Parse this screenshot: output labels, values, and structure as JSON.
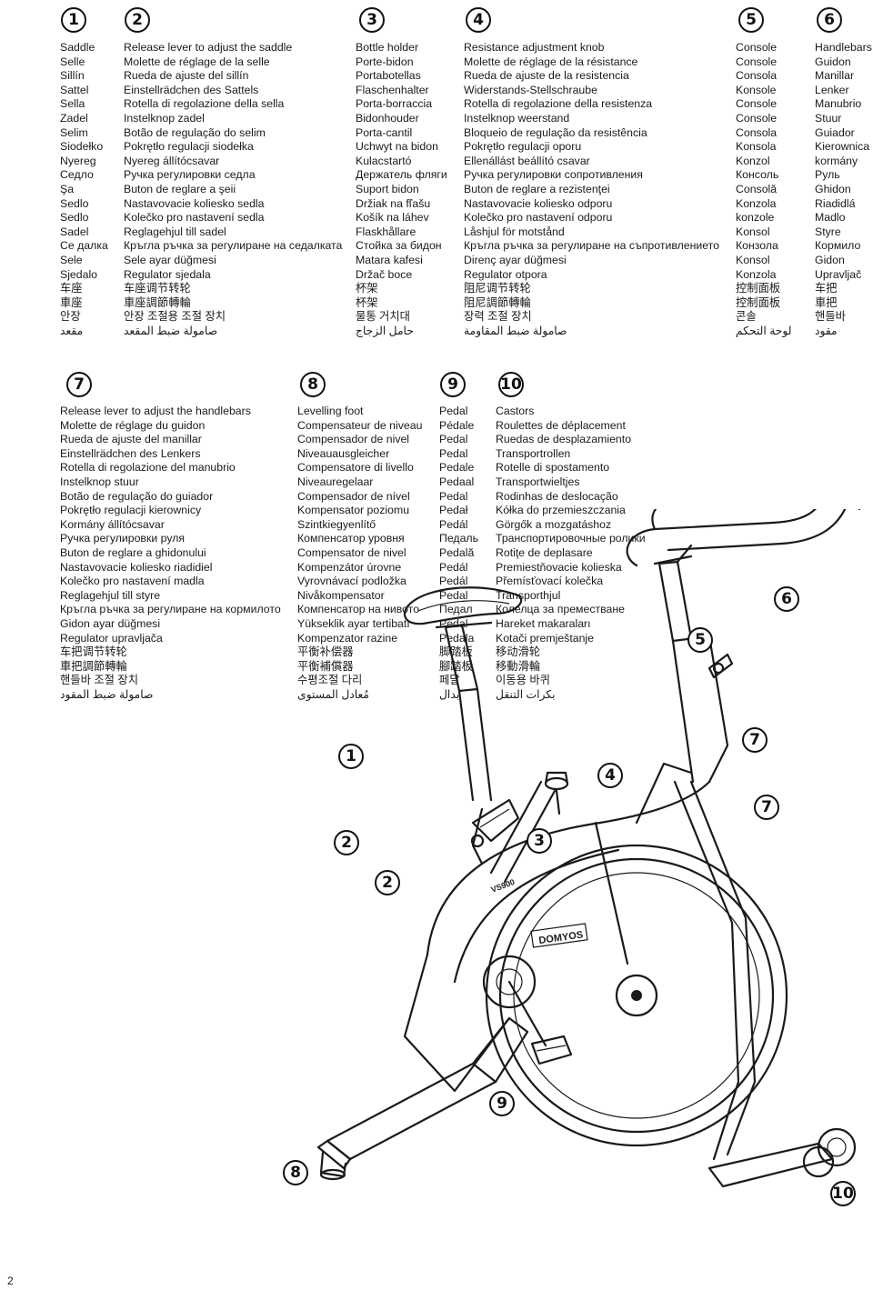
{
  "page_number": "2",
  "numbers": {
    "n1": "1",
    "n2": "2",
    "n3": "3",
    "n4": "4",
    "n5": "5",
    "n6": "6",
    "n7": "7",
    "n8": "8",
    "n9": "9",
    "n10": "10"
  },
  "labels": {
    "languages": [
      "Saddle",
      "Selle",
      "Sillín",
      "Sattel",
      "Sella",
      "Zadel",
      "Selim",
      "Siodełko",
      "Nyereg",
      "Седло",
      "Şa",
      "Sedlo",
      "Sedlo",
      "Sadel",
      "Се далка",
      "Sele",
      "Sjedalo",
      "车座",
      "車座",
      "안장",
      "مقعد"
    ],
    "saddle_lever": [
      "Release lever to adjust the saddle",
      "Molette de réglage de la selle",
      "Rueda de ajuste del sillín",
      "Einstellrädchen des Sattels",
      "Rotella di regolazione della sella",
      "Instelknop zadel",
      "Botão de regulação do selim",
      "Pokrętło regulacji siodełka",
      "Nyereg állítócsavar",
      "Ручка регулировки седла",
      "Buton de reglare a şeii",
      "Nastavovacie koliesko sedla",
      "Kolečko pro nastavení sedla",
      "Reglagehjul till sadel",
      "Кръгла ръчка за регулиране на седалката",
      "Sele ayar düğmesi",
      "Regulator sjedala",
      "车座调节转轮",
      "車座調節轉輪",
      "안장 조절용 조절 장치",
      "صامولة ضبط المقعد"
    ],
    "bottle_holder": [
      "Bottle holder",
      "Porte-bidon",
      "Portabotellas",
      "Flaschenhalter",
      "Porta-borraccia",
      "Bidonhouder",
      "Porta-cantil",
      "Uchwyt na bidon",
      "Kulacstartó",
      "Держатель фляги",
      "Suport bidon",
      "Držiak na fľašu",
      "Košík na láhev",
      "Flaskhållare",
      "Стойка за бидон",
      "Matara kafesi",
      "Držač boce",
      "杯架",
      "杯架",
      "물통 거치대",
      "حامل الزجاج"
    ],
    "resistance_knob": [
      "Resistance adjustment knob",
      "Molette de réglage de la résistance",
      "Rueda de ajuste de la resistencia",
      "Widerstands-Stellschraube",
      "Rotella di regolazione della resistenza",
      "Instelknop weerstand",
      "Bloqueio de regulação da resistência",
      "Pokrętło regulacji oporu",
      "Ellenállást beállító csavar",
      "Ручка регулировки сопротивления",
      "Buton de reglare a rezistenţei",
      "Nastavovacie koliesko odporu",
      "Kolečko pro nastavení odporu",
      "Låshjul för motstånd",
      "Кръгла ръчка за регулиране на съпротивлението",
      "Direnç ayar düğmesi",
      "Regulator otpora",
      "阻尼调节转轮",
      "阻尼調節轉輪",
      "장력 조절 장치",
      "صامولة ضبط المقاومة"
    ],
    "console": [
      "Console",
      "Console",
      "Consola",
      "Konsole",
      "Console",
      "Console",
      "Consola",
      "Konsola",
      "Konzol",
      "Консоль",
      "Consolă",
      "Konzola",
      "konzole",
      "Konsol",
      "Конзола",
      "Konsol",
      "Konzola",
      "控制面板",
      "控制面板",
      "콘솔",
      "لوحة التحكم"
    ],
    "handlebars": [
      "Handlebars",
      "Guidon",
      "Manillar",
      "Lenker",
      "Manubrio",
      "Stuur",
      "Guiador",
      "Kierownica",
      "kormány",
      "Руль",
      "Ghidon",
      "Riadidlá",
      "Madlo",
      "Styre",
      "Кормило",
      "Gidon",
      "Upravljač",
      "车把",
      "車把",
      "핸들바",
      "مقود"
    ],
    "handlebar_lever": [
      "Release lever to adjust the handlebars",
      "Molette de réglage du guidon",
      "Rueda de ajuste del manillar",
      "Einstellrädchen des Lenkers",
      "Rotella di regolazione del manubrio",
      "Instelknop stuur",
      "Botão de regulação do guiador",
      "Pokrętło regulacji kierownicy",
      "Kormány állítócsavar",
      "Ручка регулировки руля",
      "Buton de reglare a ghidonului",
      "Nastavovacie koliesko riadidiel",
      "Kolečko pro nastavení madla",
      "Reglagehjul till styre",
      "Кръгла ръчка за регулиране на кормилото",
      "Gidon ayar düğmesi",
      "Regulator upravljača",
      "车把调节转轮",
      "車把調節轉輪",
      "핸들바 조절 장치",
      "صامولة ضبط المقود"
    ],
    "levelling_foot": [
      "Levelling foot",
      "Compensateur de niveau",
      "Compensador de nivel",
      "Niveauausgleicher",
      "Compensatore di livello",
      "Niveauregelaar",
      "Compensador de nível",
      "Kompensator poziomu",
      "Szintkiegyenlítő",
      "Компенсатор уровня",
      "Compensator de nivel",
      "Kompenzátor úrovne",
      "Vyrovnávací podložka",
      "Nivåkompensator",
      "Компенсатор на нивото",
      "Yükseklik ayar tertibatı",
      "Kompenzator razine",
      "平衡补偿器",
      "平衡補償器",
      "수평조절 다리",
      "مُعادل المستوى"
    ],
    "pedal": [
      "Pedal",
      "Pédale",
      "Pedal",
      "Pedal",
      "Pedale",
      "Pedaal",
      "Pedal",
      "Pedał",
      "Pedál",
      "Педаль",
      "Pedală",
      "Pedál",
      "Pedál",
      "Pedal",
      "Педал",
      "Pedal",
      "Pedala",
      "脚踏板",
      "腳踏板",
      "페달",
      "بدال"
    ],
    "castors": [
      "Castors",
      "Roulettes de déplacement",
      "Ruedas de desplazamiento",
      "Transportrollen",
      "Rotelle di spostamento",
      "Transportwieltjes",
      "Rodinhas de deslocação",
      "Kółka do przemieszczania",
      "Görgők a mozgatáshoz",
      "Транспортировочные ролики",
      "Rotiţe de deplasare",
      "Premiestňovacie kolieska",
      "Přemísťovací kolečka",
      "Transporthjul",
      "Колелца за преместване",
      "Hareket makaraları",
      "Kotači premještanje",
      "移动滑轮",
      "移動滑輪",
      "이동용 바퀴",
      "بكرات التنقل"
    ]
  },
  "bike_branding": {
    "logo": "DOMYOS",
    "model": "VS900"
  },
  "colors": {
    "ink": "#1a1a1a",
    "background": "#ffffff"
  }
}
